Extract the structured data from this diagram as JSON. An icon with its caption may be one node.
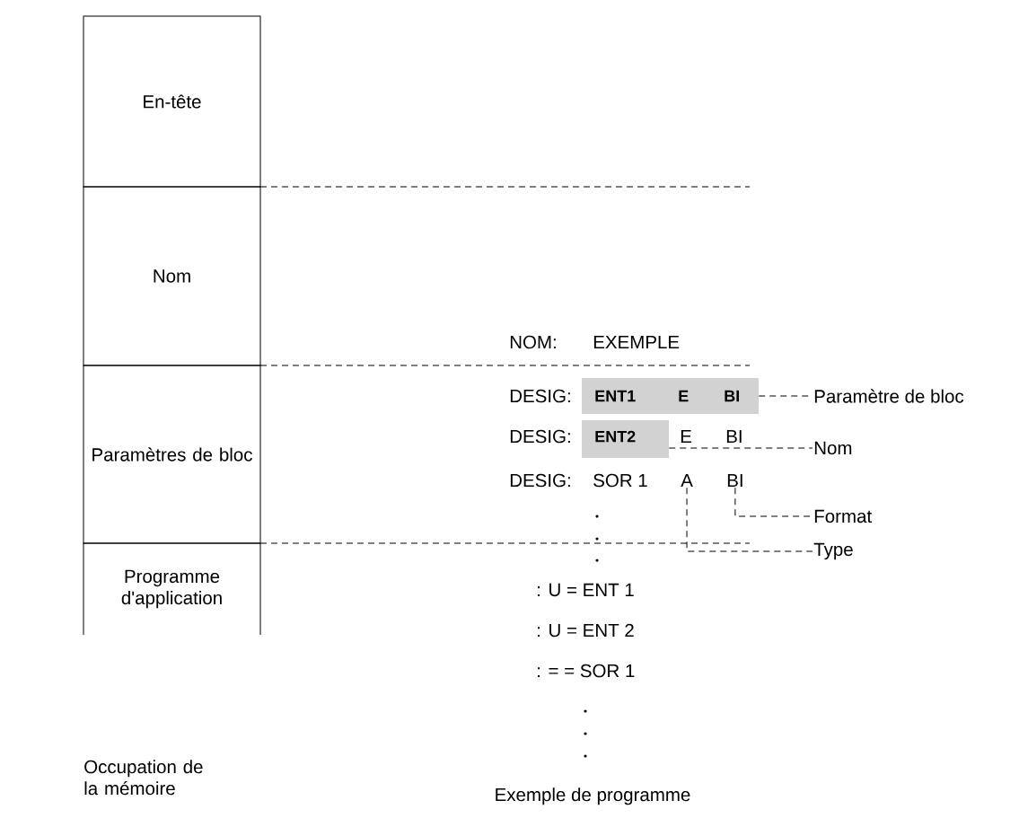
{
  "diagram": {
    "nodes": [
      {
        "text": [
          "En-tête"
        ]
      },
      {
        "text": [
          "Nom"
        ]
      },
      {
        "text": [
          "Paramètres de bloc"
        ]
      },
      {
        "text": [
          "Programme d'application"
        ]
      },
      {
        "text": [
          "ENT1",
          "E",
          "BI"
        ]
      },
      {
        "text": [
          "ENT2"
        ]
      },
      {
        "text": [
          "Paramètre de bloc"
        ]
      },
      {
        "text": [
          "Nom"
        ]
      },
      {
        "text": [
          "Format"
        ]
      },
      {
        "text": [
          "Type"
        ]
      },
      {
        "text": [
          "A"
        ]
      },
      {
        "text": [
          "BI"
        ]
      }
    ],
    "edges": [
      {
        "from": 6,
        "to": 4,
        "arrow": "none",
        "style": "dashed"
      },
      {
        "from": 7,
        "to": 5,
        "arrow": "none",
        "style": "dashed"
      },
      {
        "from": 8,
        "to": 11,
        "arrow": "none",
        "style": "dashed"
      },
      {
        "from": 9,
        "to": 10,
        "arrow": "none",
        "style": "dashed"
      }
    ],
    "labels": [
      "NOM:",
      "EXEMPLE",
      "DESIG:",
      "DESIG:",
      "E",
      "BI",
      "DESIG:",
      "SOR 1",
      ": U = ENT 1",
      ": U = ENT 2",
      ": = = SOR 1",
      "Occupation de la mémoire",
      "Exemple de programme"
    ]
  }
}
